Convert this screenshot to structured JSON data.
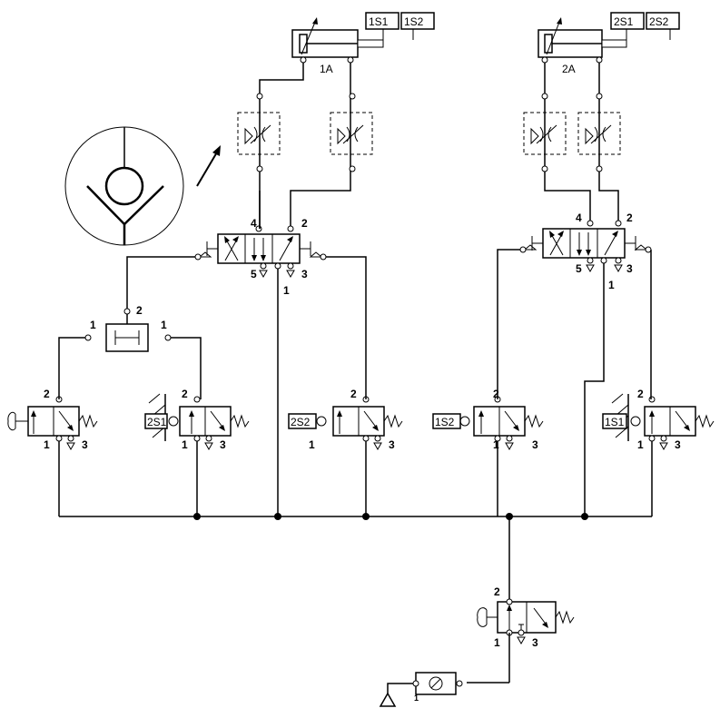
{
  "cylinders": [
    {
      "id": "1A",
      "sensors": [
        "1S1",
        "1S2"
      ]
    },
    {
      "id": "2A",
      "sensors": [
        "2S1",
        "2S2"
      ]
    }
  ],
  "main_valves": [
    {
      "ports": {
        "p4": "4",
        "p2": "2",
        "p5": "5",
        "p3": "3",
        "p1": "1"
      }
    },
    {
      "ports": {
        "p4": "4",
        "p2": "2",
        "p5": "5",
        "p3": "3",
        "p1": "1"
      }
    }
  ],
  "shuttle_valve": {
    "in_left": "1",
    "in_right": "1",
    "out": "2"
  },
  "signal_valves": [
    {
      "id": "manual",
      "tag": "",
      "p2": "2",
      "p1": "1",
      "p3": "3"
    },
    {
      "id": "2S1",
      "tag": "2S1",
      "p2": "2",
      "p1": "1",
      "p3": "3"
    },
    {
      "id": "2S2",
      "tag": "2S2",
      "p2": "2",
      "p1": "1",
      "p3": "3"
    },
    {
      "id": "1S2",
      "tag": "1S2",
      "p2": "2",
      "p1": "1",
      "p3": "3"
    },
    {
      "id": "1S1",
      "tag": "1S1",
      "p2": "2",
      "p1": "1",
      "p3": "3"
    }
  ],
  "start_valve": {
    "p2": "2",
    "p1": "1",
    "p3": "3"
  },
  "service_unit": {
    "p1": "1"
  }
}
